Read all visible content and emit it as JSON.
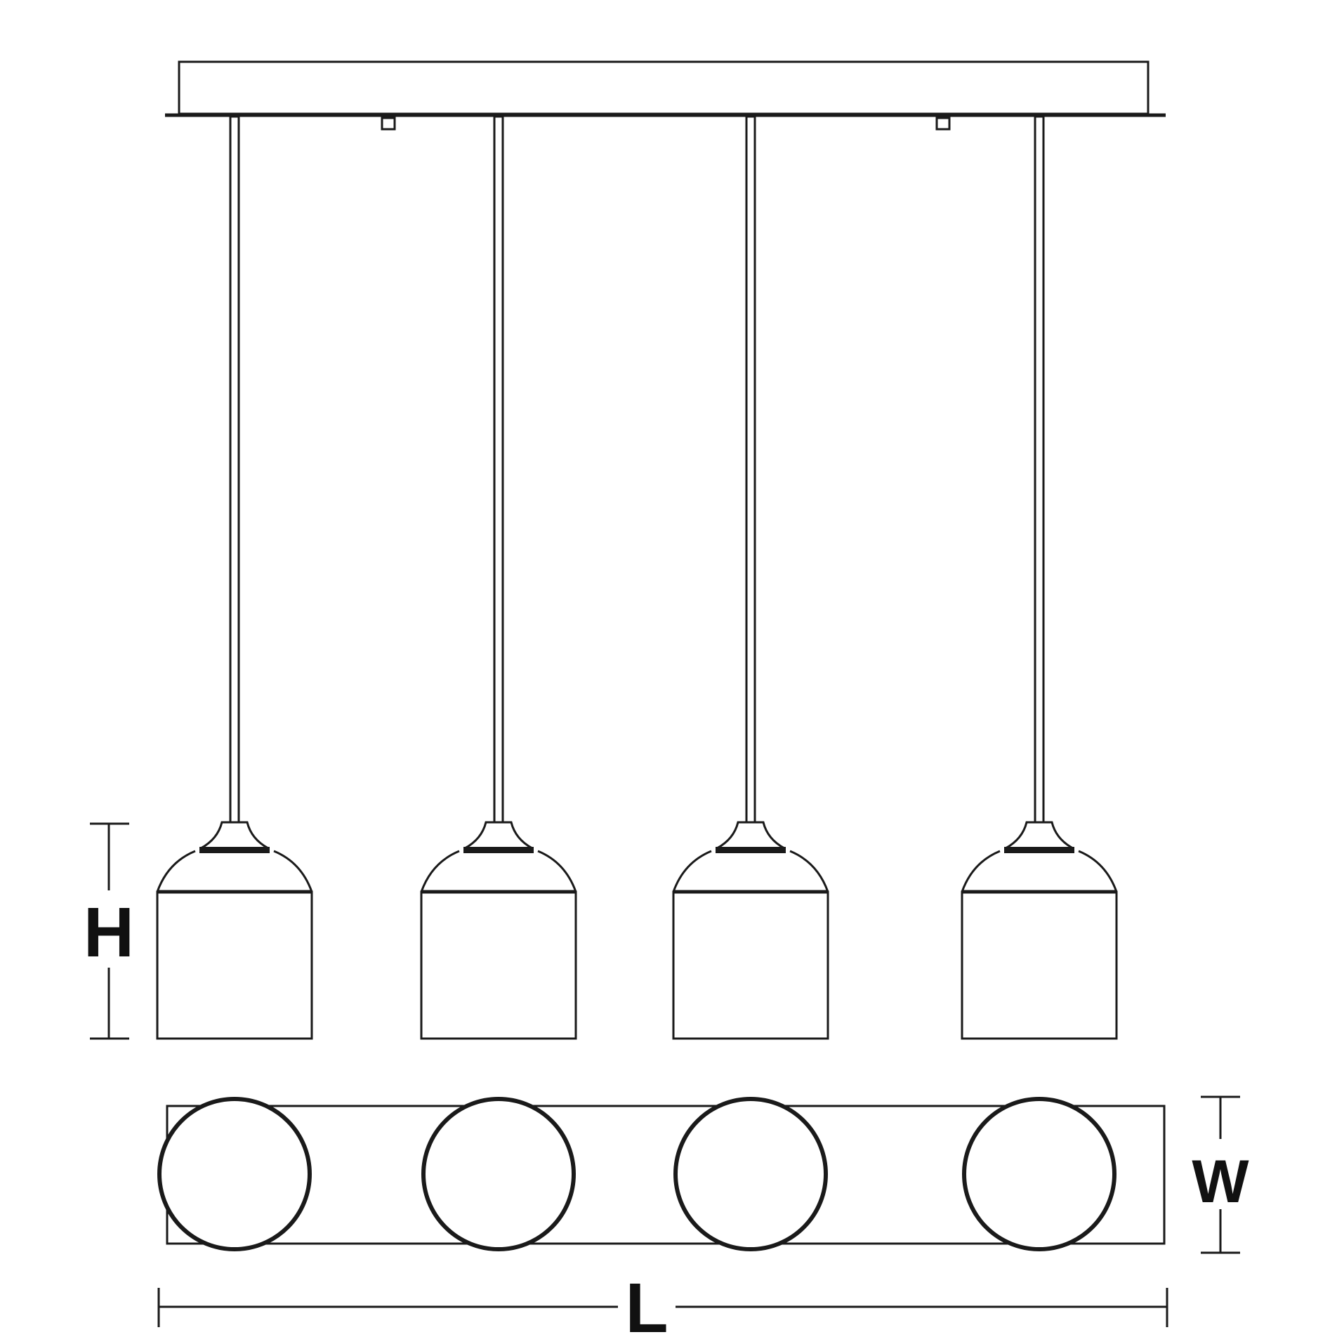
{
  "colors": {
    "line": "#1a1a1a",
    "text": "#111111",
    "background": "#ffffff"
  },
  "labels": {
    "height": "H",
    "width": "W",
    "length": "L"
  },
  "pendant_count": 4
}
